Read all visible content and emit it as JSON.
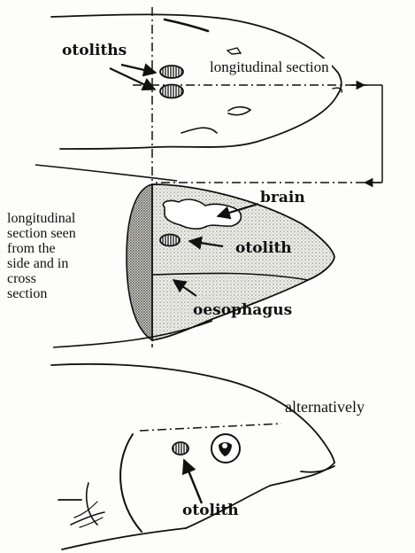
{
  "labels": {
    "otoliths": "otoliths",
    "longitudinal_section": "longitudinal section",
    "brain": "brain",
    "otolith_mid": "otolith",
    "oesophagus": "oesophagus",
    "side_note": [
      "longitudinal",
      "section seen",
      "from the",
      "side and in",
      "cross",
      "section"
    ],
    "alternatively": "alternatively",
    "otolith_bottom": "otolith"
  },
  "icons": {
    "otolith_marks": "hatched-oval",
    "eye": "fish-eye",
    "arrows": "pointer-arrow"
  },
  "colors": {
    "ink": "#111111",
    "stipple": "#bdbdb5",
    "background": "#fdfdfb"
  }
}
